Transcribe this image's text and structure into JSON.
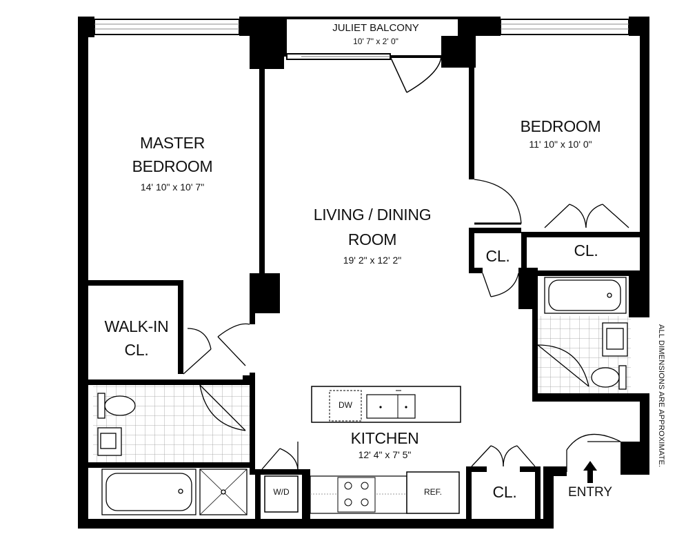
{
  "balcony": {
    "name": "JULIET BALCONY",
    "dims": "10' 7\" x 2' 0\""
  },
  "master_bedroom": {
    "name_line1": "MASTER",
    "name_line2": "BEDROOM",
    "dims": "14' 10\" x 10' 7\""
  },
  "living_dining": {
    "name_line1": "LIVING / DINING",
    "name_line2": "ROOM",
    "dims": "19' 2\" x 12' 2\""
  },
  "bedroom": {
    "name": "BEDROOM",
    "dims": "11' 10\" x 10' 0\""
  },
  "closets": {
    "small": "CL.",
    "bedroom": "CL.",
    "hall": "CL.",
    "walk_in_line1": "WALK-IN",
    "walk_in_line2": "CL."
  },
  "kitchen": {
    "name": "KITCHEN",
    "dims": "12' 4\" x 7' 5\"",
    "dishwasher": "DW",
    "refrigerator": "REF.",
    "washer_dryer": "W/D"
  },
  "entry": {
    "label": "ENTRY"
  },
  "note": "ALL DIMENSIONS ARE APPROXIMATE."
}
